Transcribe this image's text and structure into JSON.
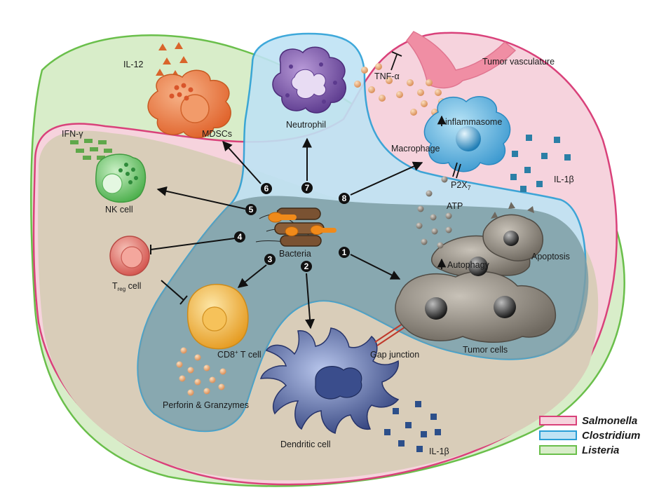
{
  "diagram": {
    "labels": {
      "bacteria": "Bacteria",
      "il12": "IL-12",
      "mdscs": "MDSCs",
      "neutrophil": "Neutrophil",
      "tnf": "TNF-α",
      "tumor_vasculature": "Tumor vasculature",
      "inflammasome": "inflammasome",
      "macrophage": "Macrophage",
      "p2x": "P2X",
      "p2x_sub": "7",
      "il1b_top": "IL-1β",
      "ifng": "IFN-γ",
      "nk_cell": "NK cell",
      "atp": "ATP",
      "treg_pre": "T",
      "treg_sub": "reg",
      "treg_post": " cell",
      "autophagy": "Autophagy",
      "apoptosis": "Apoptosis",
      "tumor_cells": "Tumor cells",
      "cd8_pre": "CD8",
      "cd8_sup": "+",
      "cd8_post": " T cell",
      "gap_junction": "Gap junction",
      "perforin": "Perforin & Granzymes",
      "dendritic_cell": "Dendritic cell",
      "il1b_bottom": "IL-1β"
    },
    "step_numbers": [
      "1",
      "2",
      "3",
      "4",
      "5",
      "6",
      "7",
      "8"
    ]
  },
  "legend": {
    "items": [
      {
        "name": "Salmonella",
        "color": "#d9417a",
        "fill": "#f6d3dd"
      },
      {
        "name": "Clostridium",
        "color": "#2a9fd6",
        "fill": "#bfe3f4"
      },
      {
        "name": "Listeria",
        "color": "#6abf4b",
        "fill": "#d8edc9"
      }
    ]
  },
  "colors": {
    "region_main": "#d9cdb9",
    "region_inner": "#7e9ea4",
    "mdsc": "#e8743b",
    "neutrophil": "#7b4fa8",
    "macrophage": "#4aa9d9",
    "nk": "#5fbf5f",
    "treg": "#e06a5e",
    "cd8": "#f0b23a",
    "dendritic": "#3b4f8f",
    "tumor": "#8a847c",
    "il1b": "#2b7fa6"
  }
}
